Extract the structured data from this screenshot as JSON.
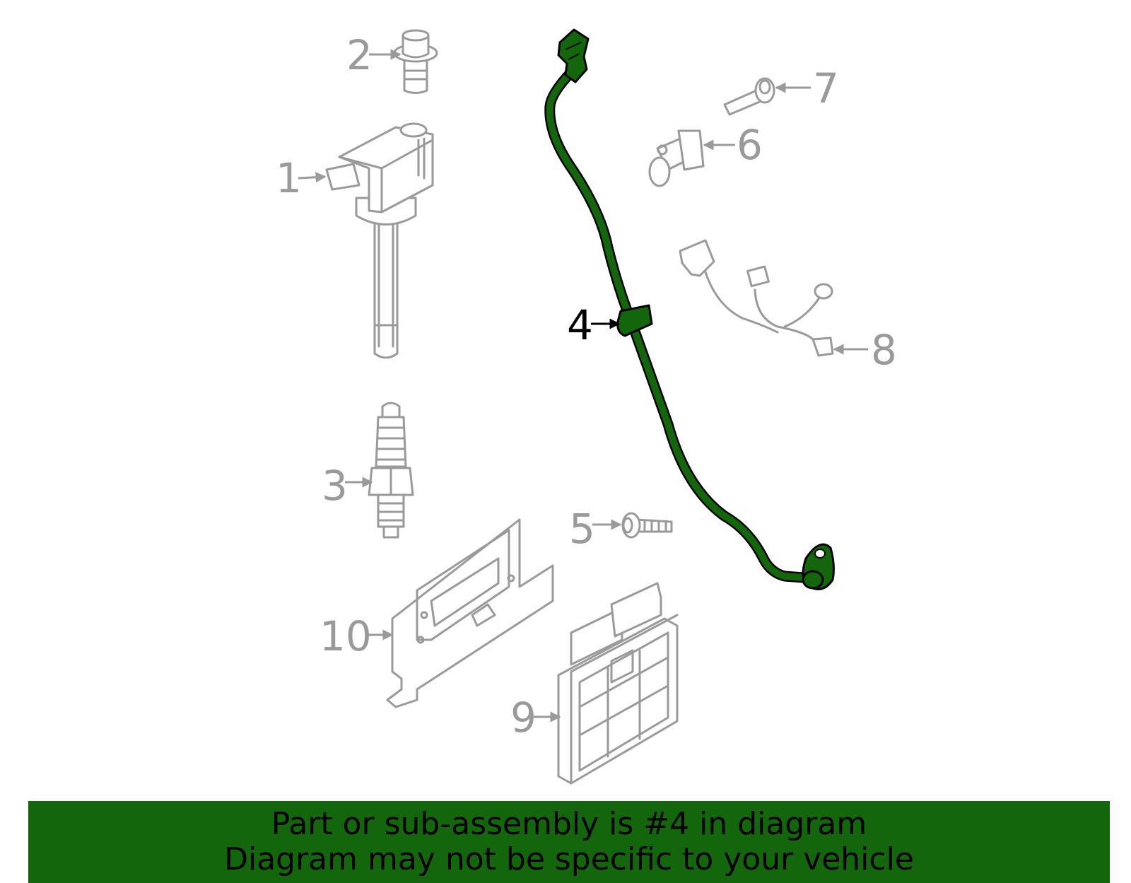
{
  "callouts": {
    "c1": "1",
    "c2": "2",
    "c3": "3",
    "c4": "4",
    "c5": "5",
    "c6": "6",
    "c7": "7",
    "c8": "8",
    "c9": "9",
    "c10": "10"
  },
  "highlighted_part": "4",
  "colors": {
    "highlight": "#14660c",
    "part_outline": "#9a9a9a",
    "active_callout": "#000000"
  },
  "banner": {
    "line1": "Part or sub-assembly is #4 in diagram",
    "line2": "Diagram may not be specific to your vehicle"
  }
}
